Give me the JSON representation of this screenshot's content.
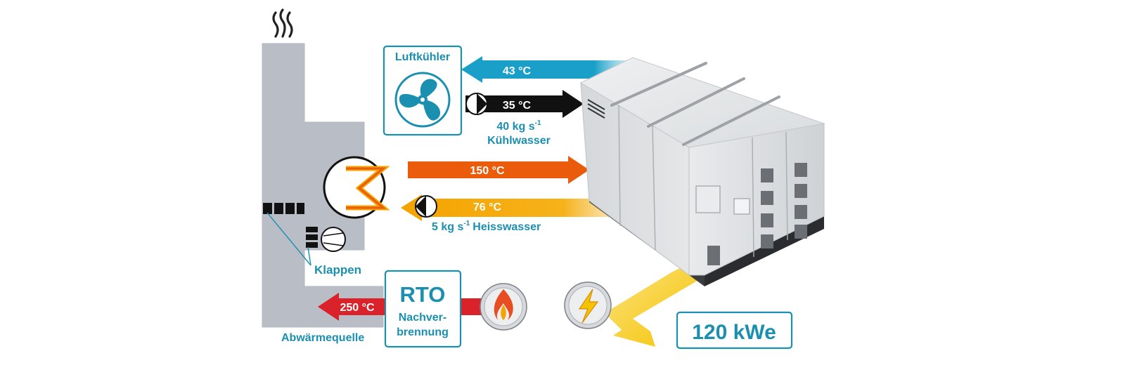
{
  "labels": {
    "air_cooler": "Luftkühler",
    "out_temp_blue": "43 °C",
    "in_temp_black": "35 °C",
    "cooling_flow": "40 kg s",
    "cooling_flow_exp": "-1",
    "cooling_water": "Kühlwasser",
    "hot_temp_out": "150 °C",
    "hot_temp_return": "76 °C",
    "hot_flow": "5 kg s",
    "hot_flow_exp": "-1",
    "hot_water": "Heisswasser",
    "dampers": "Klappen",
    "rto_title": "RTO",
    "rto_line1": "Nachver-",
    "rto_line2": "brennung",
    "exhaust_temp": "250 °C",
    "heat_source": "Abwärmequelle",
    "power_output": "120 kWe"
  },
  "colors": {
    "accent_blue": "#1b8fb0",
    "cold_blue_arrow": "#1aa0c8",
    "black_arrow": "#111111",
    "hot_orange": "#ea5b0c",
    "warm_yellow": "#f4a300",
    "exhaust_red": "#d9222a",
    "power_yellow": "#f5c400",
    "duct_gray": "#b9bdc6"
  },
  "icons": {
    "steam": "steam-icon",
    "fan": "fan-icon",
    "pump": "pump-icon",
    "heat_exchanger": "heat-exchanger-icon",
    "flame": "flame-icon",
    "lightning": "lightning-icon",
    "machine": "orc-module-icon"
  }
}
